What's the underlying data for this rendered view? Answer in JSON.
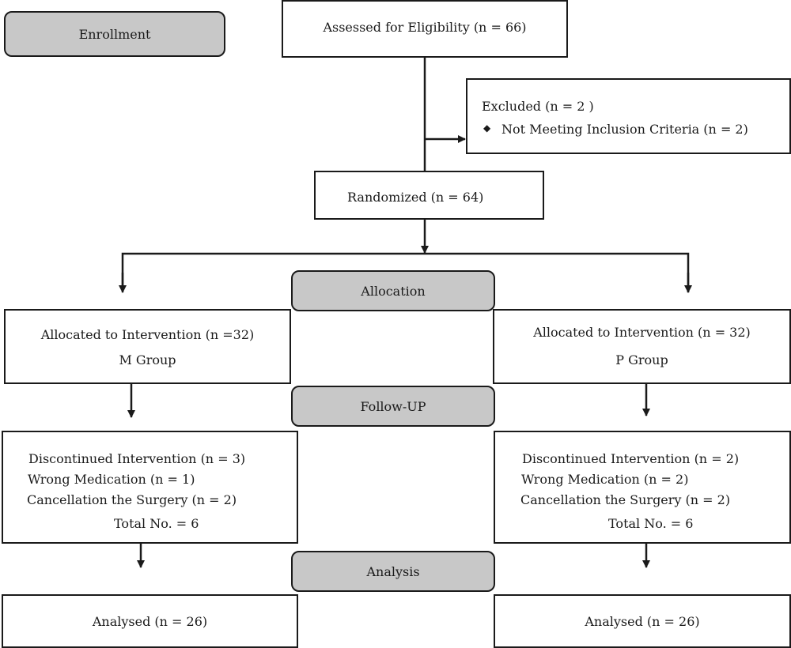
{
  "stages": {
    "enrollment": "Enrollment",
    "allocation": "Allocation",
    "follow_up": "Follow-UP",
    "analysis": "Analysis"
  },
  "assessed": "Assessed for Eligibility (n = 66)",
  "excluded": {
    "title": "Excluded (n = 2 )",
    "bullet_icon": "diamond-bullet",
    "item": "Not Meeting Inclusion Criteria (n = 2)"
  },
  "randomized": "Randomized (n = 64)",
  "left": {
    "allocated": "Allocated to Intervention (n =32)",
    "group": "M Group",
    "discontinued": "Discontinued Intervention (n = 3)",
    "wrong_medication": "Wrong Medication (n = 1)",
    "cancellation": "Cancellation the Surgery (n = 2)",
    "total": "Total No. = 6",
    "analysed": "Analysed (n = 26)"
  },
  "right": {
    "allocated": "Allocated to Intervention (n = 32)",
    "group": "P Group",
    "discontinued": "Discontinued Intervention (n = 2)",
    "wrong_medication": "Wrong Medication (n = 2)",
    "cancellation": "Cancellation the Surgery (n = 2)",
    "total": "Total No. = 6",
    "analysed": "Analysed (n = 26)"
  }
}
